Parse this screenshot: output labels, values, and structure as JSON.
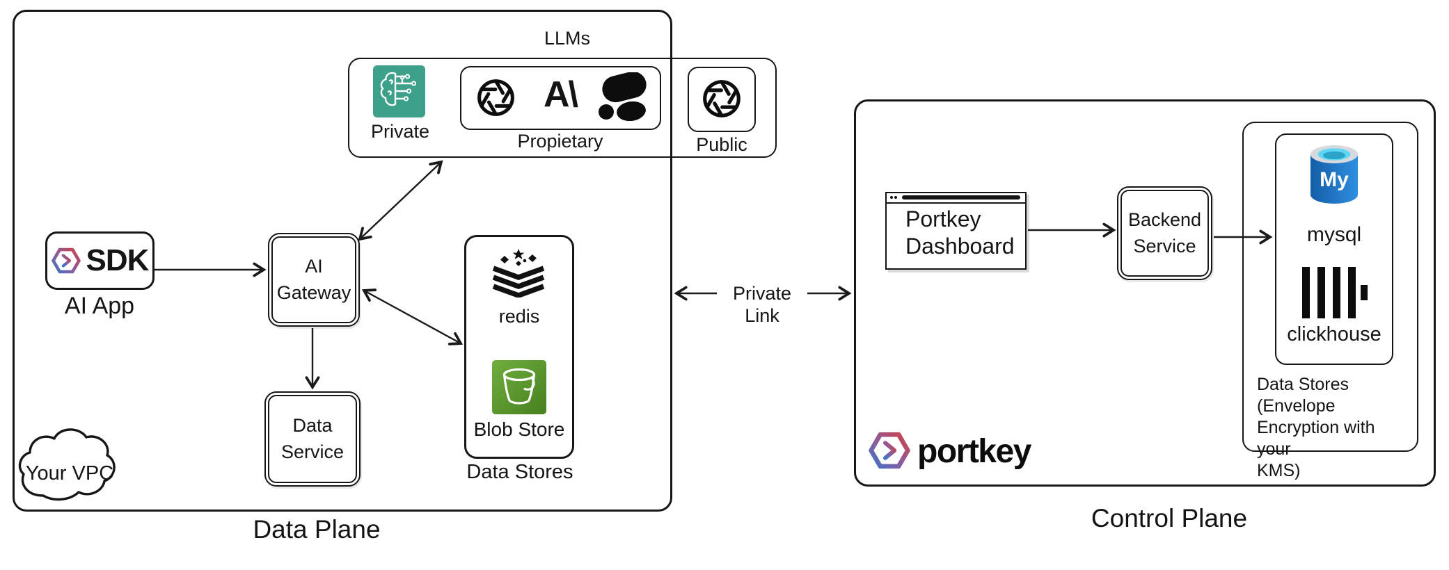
{
  "data_plane": {
    "label": "Data Plane",
    "vpc_label": "Your VPC",
    "llms": {
      "label": "LLMs",
      "private_label": "Private",
      "proprietary_label": "Propietary",
      "public_label": "Public",
      "anthropic_mark": "A\\"
    },
    "ai_app": {
      "sdk_label": "SDK",
      "label": "AI App"
    },
    "ai_gateway_label": [
      "AI",
      "Gateway"
    ],
    "data_service_label": [
      "Data",
      "Service"
    ],
    "data_stores": {
      "label": "Data Stores",
      "redis_label": "redis",
      "blob_label": "Blob Store"
    }
  },
  "link": {
    "label": "Private Link"
  },
  "control_plane": {
    "label": "Control Plane",
    "dashboard_label": [
      "Portkey",
      "Dashboard"
    ],
    "backend_label": [
      "Backend",
      "Service"
    ],
    "brand_wordmark": "portkey",
    "kms": {
      "caption": [
        "Data Stores (Envelope",
        "Encryption with your",
        "KMS)"
      ],
      "mysql_label": "mysql",
      "mysql_mark": "My",
      "clickhouse_label": "clickhouse"
    }
  },
  "colors": {
    "line": "#1a1a1a",
    "private_teal": "#3da08a",
    "blob_green": "#5a9632",
    "mysql_blue": "#1b6fc0",
    "mysql_cyan": "#5fd6f2",
    "brand_blue": "#3d74c6",
    "brand_red": "#cf4147"
  }
}
